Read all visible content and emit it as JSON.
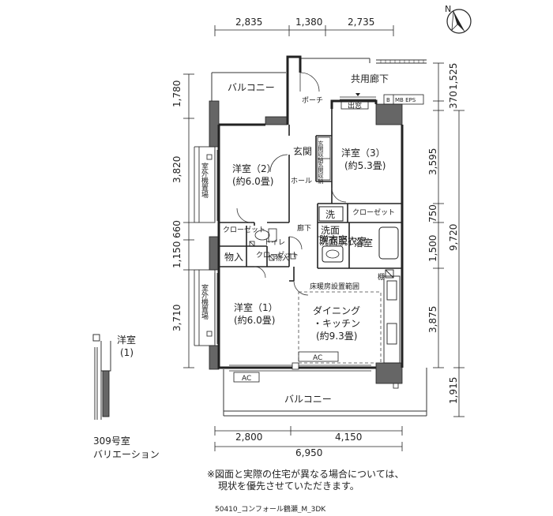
{
  "north_label": "N",
  "dimensions": {
    "top": [
      "2,835",
      "1,380",
      "2,735"
    ],
    "bottom": [
      "2,800",
      "4,150"
    ],
    "bottom_total": "6,950",
    "left": [
      "1,780",
      "3,820",
      "660",
      "1,150",
      "3,710"
    ],
    "right_inner": [
      "370",
      "1,525",
      "3,595",
      "750",
      "1,500",
      "3,875"
    ],
    "right_outer": [
      "9,720",
      "1,915"
    ]
  },
  "rooms": {
    "balcony_north": "バルコニー",
    "common_corridor": "共用廊下",
    "porch": "ポーチ",
    "storage_loft": "出窓",
    "b_mark": "B",
    "mb_eps": "MB EPS",
    "entrance": "玄関",
    "shoe_storage": "玄関収納",
    "hall": "ホール",
    "western_room_3": "洋室（3）",
    "western_room_3_size": "(約5.3畳)",
    "western_room_2": "洋室（2）",
    "western_room_2_size": "(約6.0畳)",
    "outdoor_unit_place_1": "室外機置場",
    "outdoor_unit_place_2": "室外機置場",
    "wash_label": "洗",
    "closet_label": "クローゼット",
    "corridor": "廊下",
    "dressing_room": "洗面脱衣室",
    "bathroom": "浴室",
    "toilet": "トイレ",
    "storage_1": "物入",
    "storage_2": "物入",
    "small_closet": "クローゼット",
    "floor_heating": "床暖房設置範囲",
    "shelf": "棚",
    "western_room_1": "洋室（1）",
    "western_room_1_size": "(約6.0畳)",
    "dining_kitchen_1": "ダイニング",
    "dining_kitchen_2": "・キッチン",
    "dining_kitchen_size": "(約9.3畳)",
    "ac_1": "AC",
    "ac_2": "AC",
    "balcony_south": "バルコニー"
  },
  "variation": {
    "room_label": "洋室",
    "room_number": "(1)",
    "unit": "309号室",
    "caption": "バリエーション"
  },
  "notes": {
    "line1": "※図面と実際の住宅が異なる場合については、",
    "line2": "現状を優先させていただきます。"
  },
  "footer": "50410_コンフォール鶴瀬_M_3DK"
}
